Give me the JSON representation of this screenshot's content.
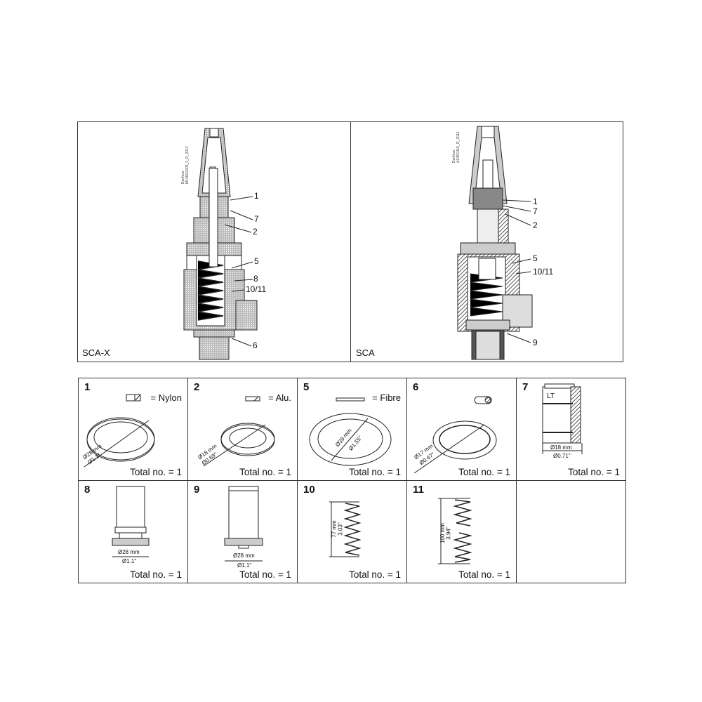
{
  "diagrams": [
    {
      "label": "SCA-X",
      "code_line1": "Danfoss",
      "code_line2": "M148G0006_2_O_2012",
      "callouts": [
        "1",
        "7",
        "2",
        "5",
        "8",
        "10/11",
        "6"
      ]
    },
    {
      "label": "SCA",
      "code_line1": "Danfoss",
      "code_line2": "A148G316_O_2012",
      "callouts": [
        "1",
        "7",
        "2",
        "5",
        "10/11",
        "9"
      ]
    }
  ],
  "parts": [
    {
      "number": "1",
      "material": "= Nylon",
      "dim_mm": "Ø28 mm",
      "dim_in": "Ø1.1\"",
      "total": "Total no. = 1"
    },
    {
      "number": "2",
      "material": "= Alu.",
      "dim_mm": "Ø18 mm",
      "dim_in": "Ø0.69\"",
      "total": "Total no. = 1"
    },
    {
      "number": "5",
      "material": "= Fibre",
      "dim_mm": "Ø39 mm",
      "dim_in": "Ø1.55\"",
      "total": "Total no. = 1"
    },
    {
      "number": "6",
      "material": "",
      "dim_mm": "Ø17 mm",
      "dim_in": "Ø0.67\"",
      "total": "Total no. = 1"
    },
    {
      "number": "7",
      "marking": "LT",
      "dim_mm": "Ø18 mm",
      "dim_in": "Ø0.71\"",
      "total": "Total no. = 1"
    },
    {
      "number": "8",
      "dim_mm": "Ø28 mm",
      "dim_in": "Ø1.1\"",
      "total": "Total no. = 1"
    },
    {
      "number": "9",
      "dim_mm": "Ø28 mm",
      "dim_in": "Ø1.1\"",
      "total": "Total no. = 1"
    },
    {
      "number": "10",
      "dim_mm": "77 mm",
      "dim_in": "3.03\"",
      "total": "Total no. = 1"
    },
    {
      "number": "11",
      "dim_mm": "100 mm",
      "dim_in": "3.94\"",
      "total": "Total no. = 1"
    }
  ]
}
